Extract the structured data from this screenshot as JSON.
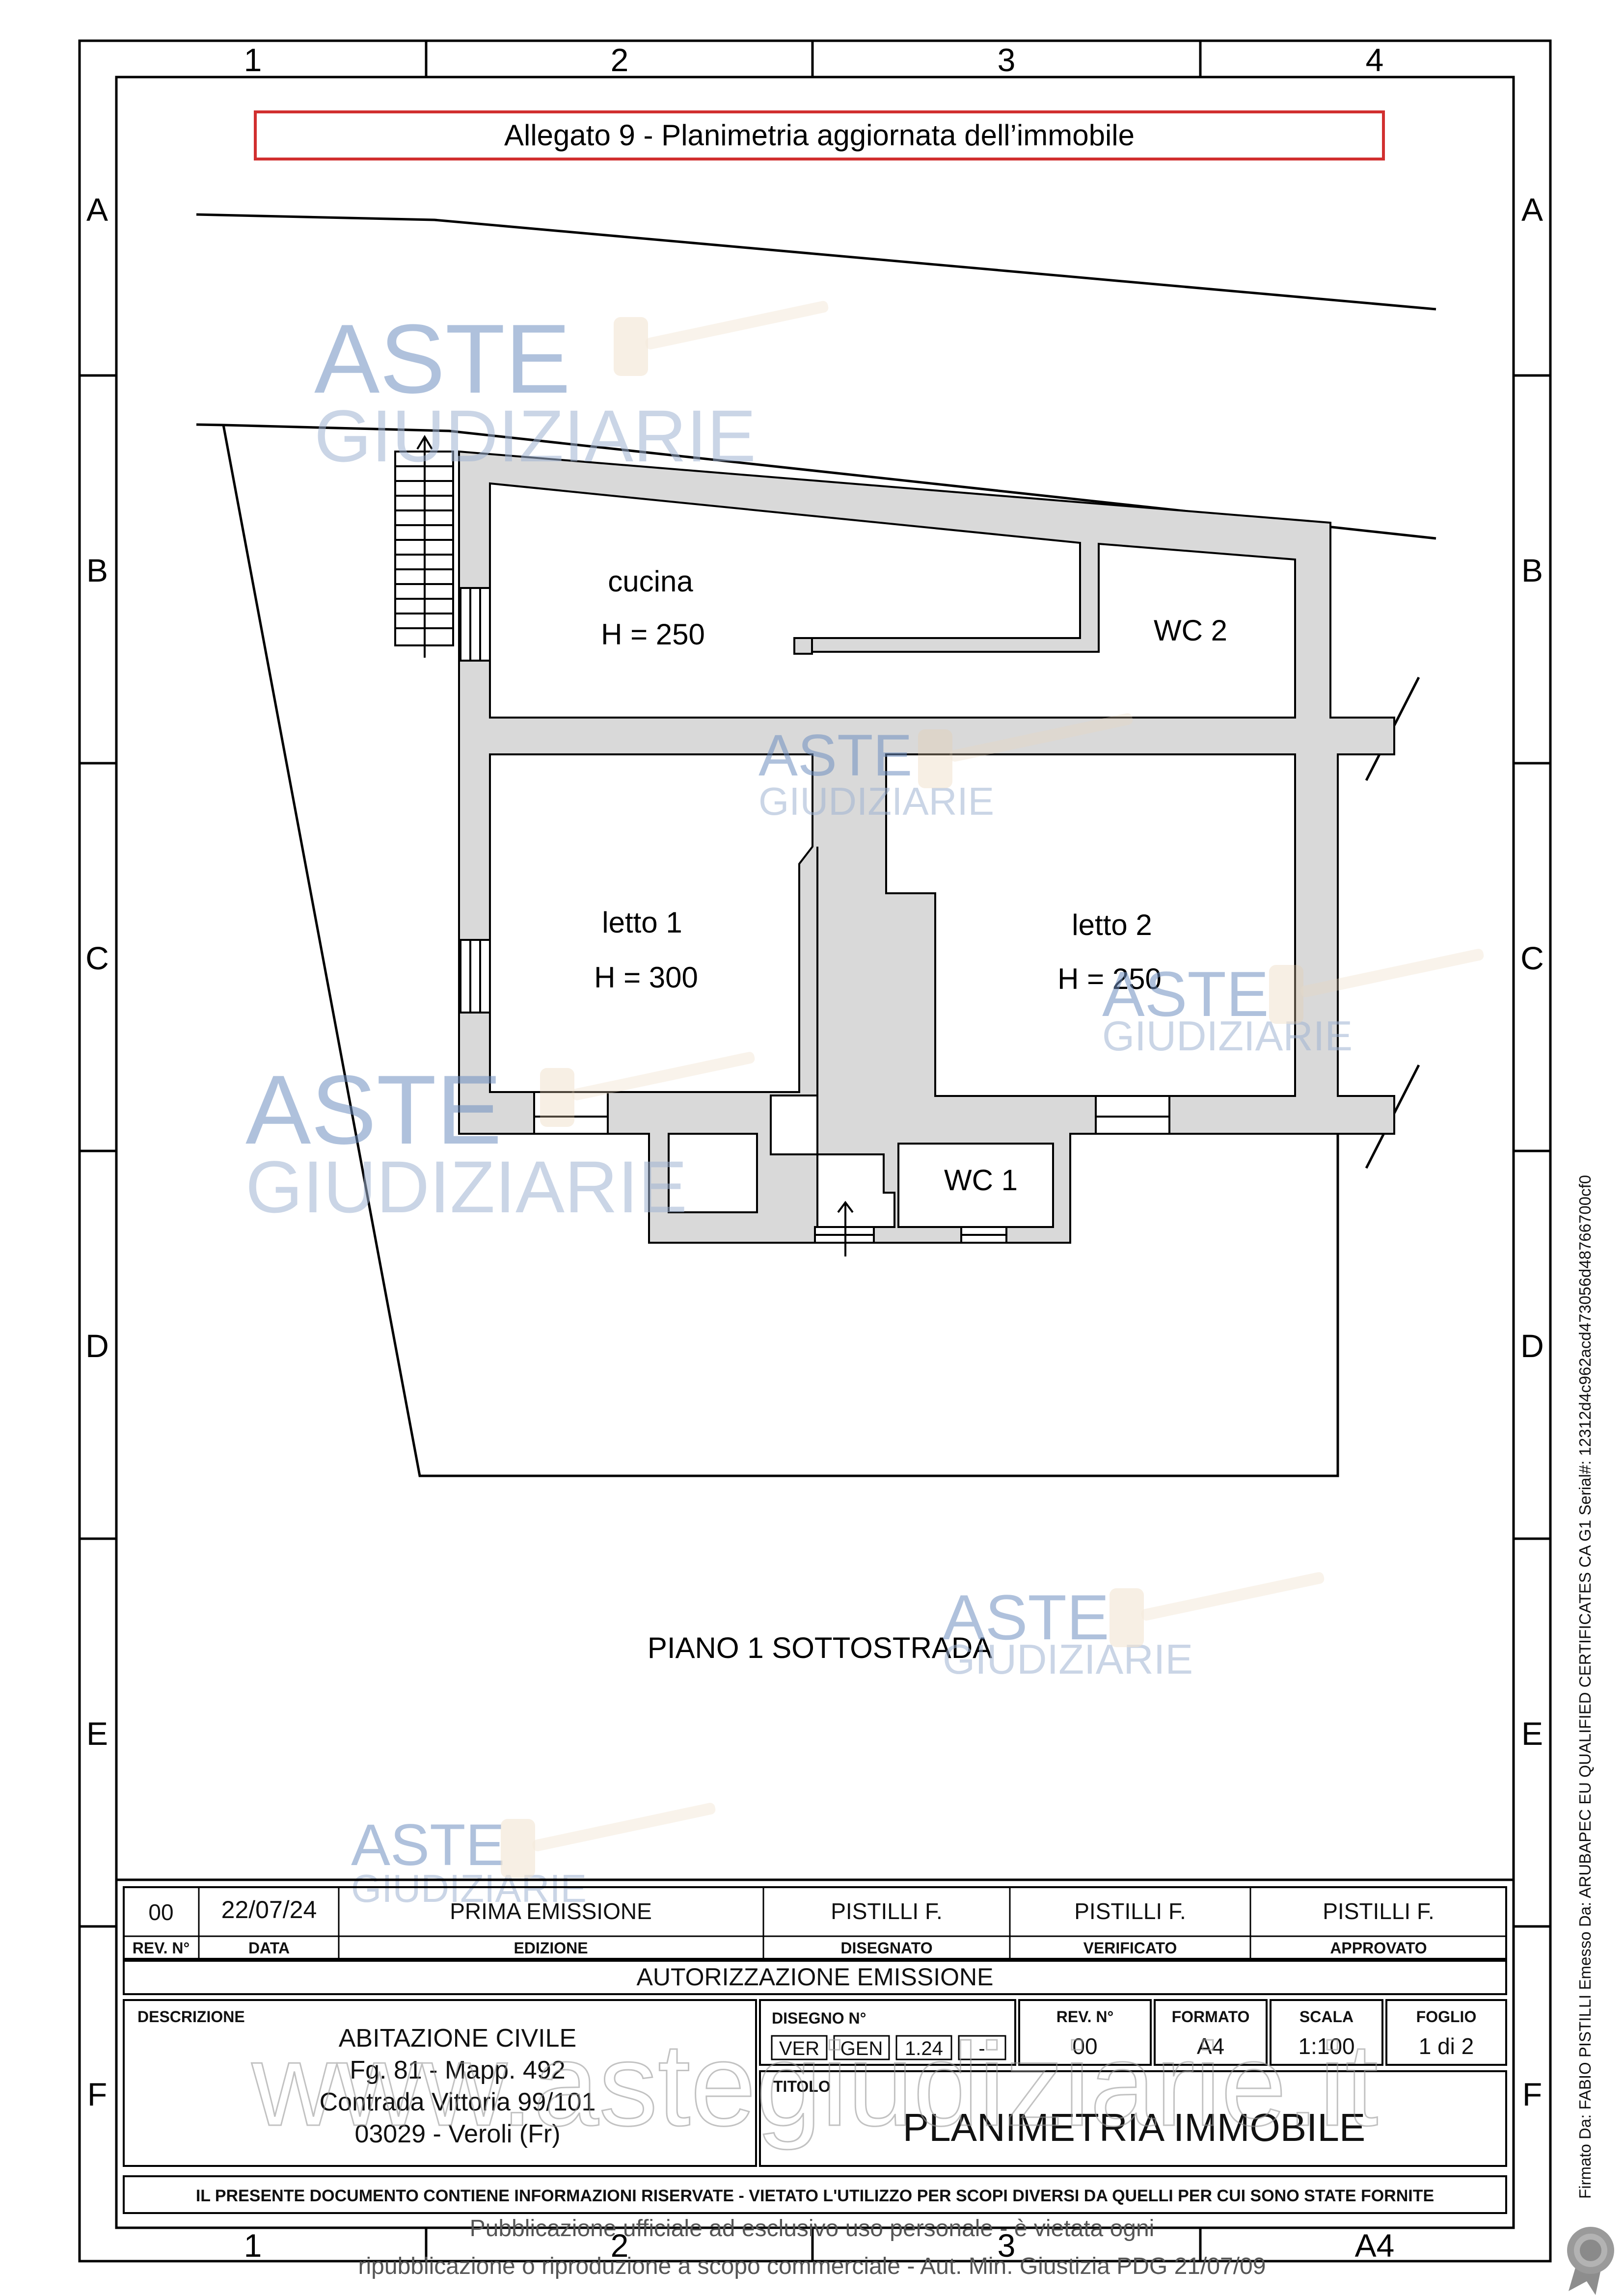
{
  "grid": {
    "columns": [
      "1",
      "2",
      "3",
      "4"
    ],
    "rows": [
      "A",
      "B",
      "C",
      "D",
      "E",
      "F"
    ],
    "bottom_columns": [
      "1",
      "2",
      "3",
      "A4"
    ]
  },
  "header": {
    "title": "Allegato 9 - Planimetria aggiornata dell’immobile"
  },
  "rooms": {
    "cucina": {
      "name": "cucina",
      "height": "H = 250"
    },
    "wc2": {
      "name": "WC 2"
    },
    "letto1": {
      "name": "letto 1",
      "height": "H = 300"
    },
    "letto2": {
      "name": "letto 2",
      "height": "H = 250"
    },
    "wc1": {
      "name": "WC 1"
    }
  },
  "floor_label": "PIANO 1 SOTTOSTRADA",
  "watermark": {
    "line1": "ASTE",
    "line2": "GIUDIZIARIE"
  },
  "title_block": {
    "rev_row": {
      "rev": "00",
      "date": "22/07/24",
      "edition": "PRIMA EMISSIONE",
      "drawn": "PISTILLI F.",
      "verified": "PISTILLI F.",
      "approved": "PISTILLI F."
    },
    "headers": {
      "rev": "REV. N°",
      "date": "DATA",
      "edition": "EDIZIONE",
      "drawn": "DISEGNATO",
      "verified": "VERIFICATO",
      "approved": "APPROVATO"
    },
    "authorization": "AUTORIZZAZIONE EMISSIONE",
    "description_label": "DESCRIZIONE",
    "description_lines": [
      "ABITAZIONE CIVILE",
      "Fg. 81 - Mapp. 492",
      "Contrada Vittoria 99/101",
      "03029 - Veroli (Fr)"
    ],
    "drawing_no_label": "DISEGNO N°",
    "drawing_no_parts": [
      "VER",
      "GEN",
      "1.24",
      "-"
    ],
    "rev_no_label": "REV. N°",
    "rev_no": "00",
    "format_label": "FORMATO",
    "format": "A4",
    "scale_label": "SCALA",
    "scale": "1:100",
    "sheet_label": "FOGLIO",
    "sheet": "1 di 2",
    "title_label": "TITOLO",
    "title": "PLANIMETRIA IMMOBILE",
    "confidential": "IL PRESENTE DOCUMENTO CONTIENE INFORMAZIONI RISERVATE - VIETATO L'UTILIZZO PER SCOPI DIVERSI DA QUELLI PER CUI SONO STATE FORNITE"
  },
  "website_watermark": "www.astegiudiziarie.it",
  "footer_notice": {
    "line1": "Pubblicazione ufficiale ad esclusivo uso personale - è vietata ogni",
    "line2": "ripubblicazione o riproduzione a scopo commerciale - Aut. Min. Giustizia PDG 21/07/09"
  },
  "signature_text": "Firmato Da: FABIO PISTILLI Emesso Da: ARUBAPEC EU QUALIFIED CERTIFICATES CA G1 Serial#: 12312d4c962acd473056d48766700cf0"
}
